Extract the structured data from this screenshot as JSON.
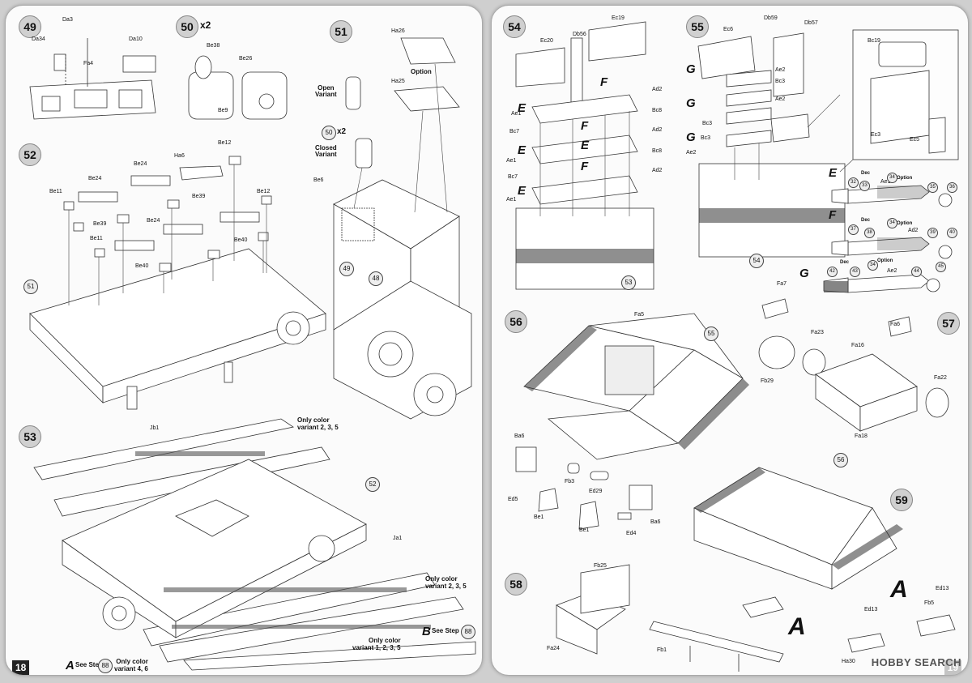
{
  "left_page": {
    "page_number": "18",
    "steps": {
      "s49": {
        "num": "49",
        "parts": [
          "Da3",
          "Da34",
          "Da10",
          "Fa4"
        ]
      },
      "s50": {
        "num": "50",
        "multiplier": "x2",
        "parts": [
          "Be38",
          "Be26",
          "Be9"
        ]
      },
      "s51": {
        "num": "51",
        "parts": [
          "Ha26",
          "Ha25",
          "Be6"
        ],
        "option": "Option",
        "open_variant": "Open\nVariant",
        "closed_variant": "Closed\nVariant",
        "closed_step": "50",
        "closed_multiplier": "x2",
        "ref49": "49",
        "ref48": "48"
      },
      "s52": {
        "num": "52",
        "parts": [
          "Be12",
          "Ha6",
          "Be24",
          "Be24",
          "Be11",
          "Be39",
          "Be39",
          "Be24",
          "Be12",
          "Be40",
          "Be11",
          "Be40"
        ],
        "ref51": "51"
      },
      "s53": {
        "num": "53",
        "parts": [
          "Jb1",
          "Ja1"
        ],
        "ref52": "52",
        "note_a": "Only color\nvariant 2, 3, 5",
        "note_b": "Only color\nvariant 2, 3, 5",
        "note_c": "Only color\nvariant 1, 2, 3, 5",
        "see_a": "See Step",
        "see_a_letter": "A",
        "see_a_num": "88",
        "see_b": "See Step",
        "see_b_letter": "B",
        "see_b_num": "88",
        "only_variant_46": "Only color\nvariant 4, 6"
      }
    }
  },
  "right_page": {
    "page_number": "19",
    "steps": {
      "s54": {
        "num": "54",
        "parts": [
          "Ec19",
          "Ec20",
          "Db56",
          "Ad2",
          "Bc8",
          "Ad2",
          "Bc8",
          "Ad2",
          "Ae1",
          "Bc7",
          "Ae1",
          "Bc7",
          "Ae1"
        ],
        "letters": [
          "E",
          "F",
          "E",
          "F",
          "E",
          "F",
          "E"
        ],
        "ref53": "53"
      },
      "s55": {
        "num": "55",
        "parts": [
          "Ec6",
          "Db59",
          "Db57",
          "Ae2",
          "Bc3",
          "Ae2",
          "Bc3",
          "Bc3",
          "Ae2",
          "Bc19",
          "Ec3",
          "Ec5"
        ],
        "letters": [
          "G",
          "G",
          "G"
        ],
        "ref54": "54"
      },
      "ammo": {
        "E": {
          "letter": "E",
          "part": "Ae1",
          "dec_label": "Dec",
          "option": "Option",
          "decals": [
            "32",
            "33",
            "34",
            "35",
            "36"
          ]
        },
        "F": {
          "letter": "F",
          "part": "Ad2",
          "dec_label": "Dec",
          "option": "Option",
          "decals": [
            "37",
            "38",
            "34",
            "39",
            "40"
          ]
        },
        "G": {
          "letter": "G",
          "part": "Ae2",
          "dec_label": "Dec",
          "option": "Option",
          "decals": [
            "42",
            "43",
            "34",
            "44",
            "45"
          ]
        }
      },
      "s56": {
        "num": "56",
        "parts": [
          "Fa5",
          "Ba6",
          "Fb3",
          "Ed29",
          "Ed5",
          "Be1",
          "Be1",
          "Ed4",
          "Ba6"
        ],
        "ref55": "55"
      },
      "s57": {
        "num": "57",
        "parts": [
          "Fa7",
          "Fa23",
          "Fa6",
          "Fa16",
          "Fb29",
          "Fa22",
          "Fa18"
        ]
      },
      "s58": {
        "num": "58",
        "parts": [
          "Fb25",
          "Fa24"
        ]
      },
      "s59": {
        "num": "59",
        "parts": [
          "Fb5",
          "Ed13",
          "Ed13",
          "Ha30",
          "Fb1"
        ],
        "ref56": "56",
        "letter_a1": "A",
        "letter_a2": "A"
      }
    },
    "watermark": "HOBBY SEARCH"
  },
  "colors": {
    "paper": "#fbfbfb",
    "background": "#cfcfcf",
    "step_circle": "#d0d0d0",
    "ink": "#111111"
  }
}
